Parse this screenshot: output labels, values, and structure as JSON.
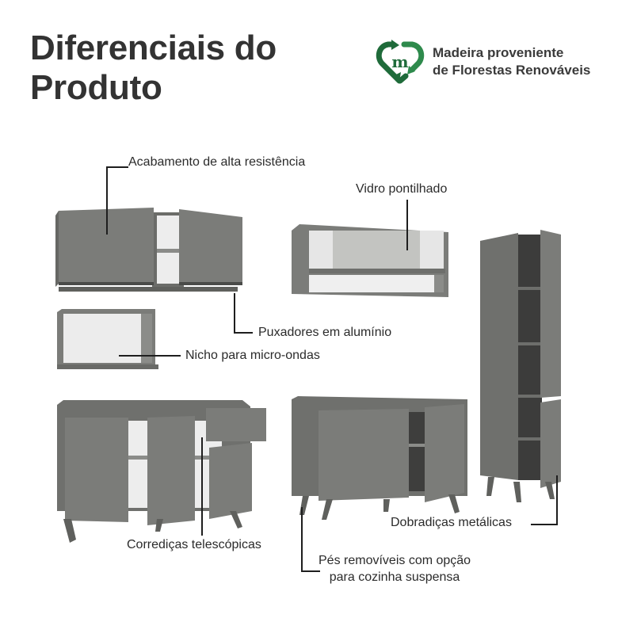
{
  "header": {
    "title_line1": "Diferenciais do",
    "title_line2": "Produto"
  },
  "badge": {
    "icon": "recycle-heart-m-icon",
    "line1": "Madeira proveniente",
    "line2": "de Florestas Renováveis",
    "color": "#1f6b3a"
  },
  "callouts": {
    "finish": "Acabamento de alta resistência",
    "glass": "Vidro pontilhado",
    "handles": "Puxadores em alumínio",
    "microwave": "Nicho para micro-ondas",
    "slides": "Corrediças telescópicas",
    "hinges": "Dobradiças metálicas",
    "feet_line1": "Pés removíveis com opção",
    "feet_line2": "para cozinha suspensa"
  },
  "colors": {
    "furniture": "#7a7b78",
    "furniture_dark": "#5e5f5c",
    "interior": "#efefef",
    "text": "#2f2f2f"
  }
}
